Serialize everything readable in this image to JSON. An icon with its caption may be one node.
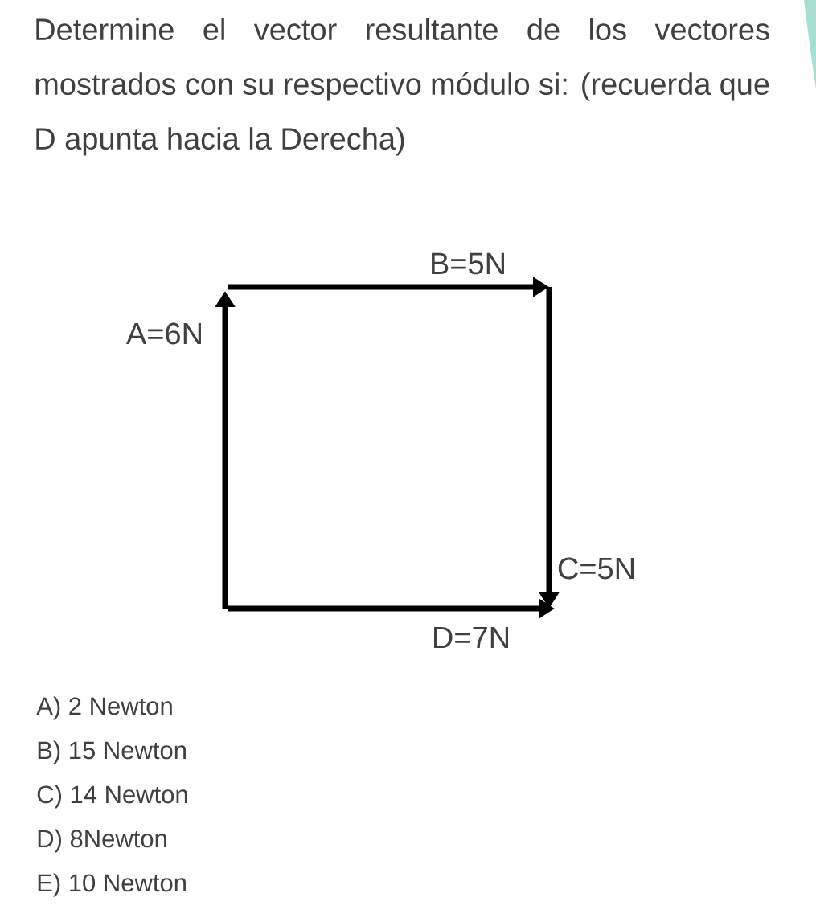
{
  "diagram": {
    "title": "Determine el vector resultante de los vectores mostrados con su respectivo módulo si: (recuerda que D apunta hacia la Derecha)",
    "labels": [
      "B=5N",
      "A=6N",
      "C=5N",
      "D=7N",
      "A) 2 Newton",
      "B) 15 Newton",
      "C) 14 Newton",
      "D) 8Newton",
      "E) 10 Newton"
    ]
  }
}
